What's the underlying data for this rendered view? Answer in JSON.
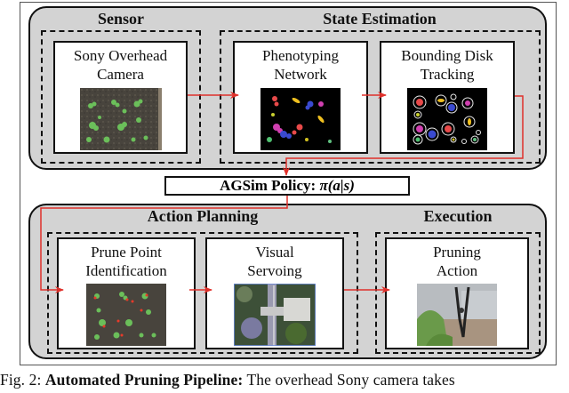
{
  "diagram": {
    "top_panel": {
      "groups": [
        {
          "id": "sensor",
          "title": "Sensor"
        },
        {
          "id": "state_estimation",
          "title": "State Estimation"
        }
      ]
    },
    "nodes": {
      "camera": {
        "line1": "Sony Overhead",
        "line2": "Camera",
        "image": "overhead-soil-with-seedlings"
      },
      "phenotyping": {
        "line1": "Phenotyping",
        "line2": "Network",
        "image": "colored-plant-segmentation-mask"
      },
      "tracking": {
        "line1": "Bounding Disk",
        "line2": "Tracking",
        "image": "segmentation-with-bounding-circles"
      },
      "policy": {
        "label": "AGSim Policy: ",
        "math": "π(a|s)"
      },
      "prune_point": {
        "line1": "Prune Point",
        "line2": "Identification",
        "image": "seedlings-with-red-prune-markers"
      },
      "visual_servoing": {
        "line1": "Visual",
        "line2": "Servoing",
        "image": "robot-arm-over-plants"
      },
      "pruning_action": {
        "line1": "Pruning",
        "line2": "Action",
        "image": "shears-cutting-plant"
      }
    },
    "bottom_panel": {
      "groups": [
        {
          "id": "action_planning",
          "title": "Action Planning"
        },
        {
          "id": "execution",
          "title": "Execution"
        }
      ]
    },
    "edges": [
      {
        "from": "camera",
        "to": "phenotyping"
      },
      {
        "from": "phenotyping",
        "to": "tracking"
      },
      {
        "from": "tracking",
        "to": "policy"
      },
      {
        "from": "policy",
        "to": "prune_point"
      },
      {
        "from": "prune_point",
        "to": "visual_servoing"
      },
      {
        "from": "visual_servoing",
        "to": "pruning_action"
      }
    ],
    "colors": {
      "arrow": "#e0302a",
      "panel_fill": "#d3d3d3",
      "border": "#111111"
    }
  },
  "caption": {
    "prefix": "Fig. 2: ",
    "title": "Automated Pruning Pipeline:",
    "text": " The overhead Sony camera takes"
  }
}
